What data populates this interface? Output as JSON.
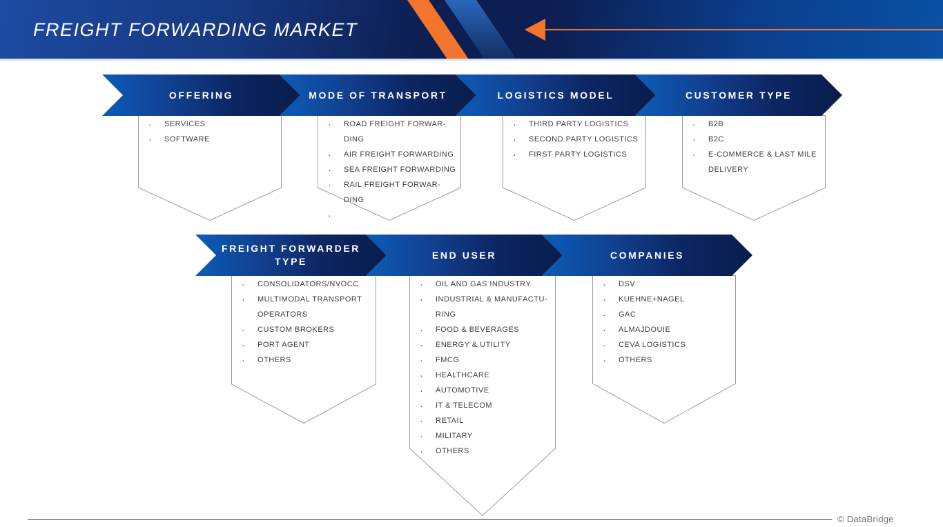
{
  "title": "FREIGHT FORWARDING MARKET",
  "footer": {
    "credit": "© DataBridge"
  },
  "palette": {
    "accent_orange": "#f2742d",
    "banner_blue_light": "#0b5cb8",
    "banner_blue_dark": "#091c4b",
    "header_navy": "#0d1e52",
    "outline_gray": "#9b9b9b",
    "body_text": "#3d3d3d"
  },
  "segments": [
    {
      "label": "OFFERING",
      "items": [
        "SERVICES",
        "SOFTWARE"
      ]
    },
    {
      "label": "MODE OF TRANSPORT",
      "items": [
        "ROAD FREIGHT FORWAR-\nDING",
        "AIR FREIGHT FORWARDING",
        "SEA FREIGHT FORWARDING",
        "RAIL FREIGHT FORWAR-\nDING",
        ""
      ]
    },
    {
      "label": "LOGISTICS MODEL",
      "items": [
        "THIRD PARTY LOGISTICS",
        "SECOND PARTY LOGISTICS",
        "FIRST PARTY LOGISTICS"
      ]
    },
    {
      "label": "CUSTOMER TYPE",
      "items": [
        "B2B",
        "B2C",
        "E-COMMERCE & LAST MILE\nDELIVERY"
      ]
    },
    {
      "label": "FREIGHT FORWARDER\nTYPE",
      "items": [
        "CONSOLIDATORS/NVOCC",
        "MULTIMODAL TRANSPORT\nOPERATORS",
        "CUSTOM BROKERS",
        "PORT AGENT",
        "OTHERS"
      ]
    },
    {
      "label": "END USER",
      "items": [
        "OIL AND GAS INDUSTRY",
        "INDUSTRIAL & MANUFACTU-\nRING",
        "FOOD & BEVERAGES",
        "ENERGY & UTILITY",
        "FMCG",
        "HEALTHCARE",
        "AUTOMOTIVE",
        "IT & TELECOM",
        "RETAIL",
        "MILITARY",
        "OTHERS"
      ]
    },
    {
      "label": "COMPANIES",
      "items": [
        "DSV",
        "KUEHNE+NAGEL",
        "GAC",
        "ALMAJDOUIE",
        "CEVA LOGISTICS",
        "OTHERS"
      ]
    }
  ]
}
